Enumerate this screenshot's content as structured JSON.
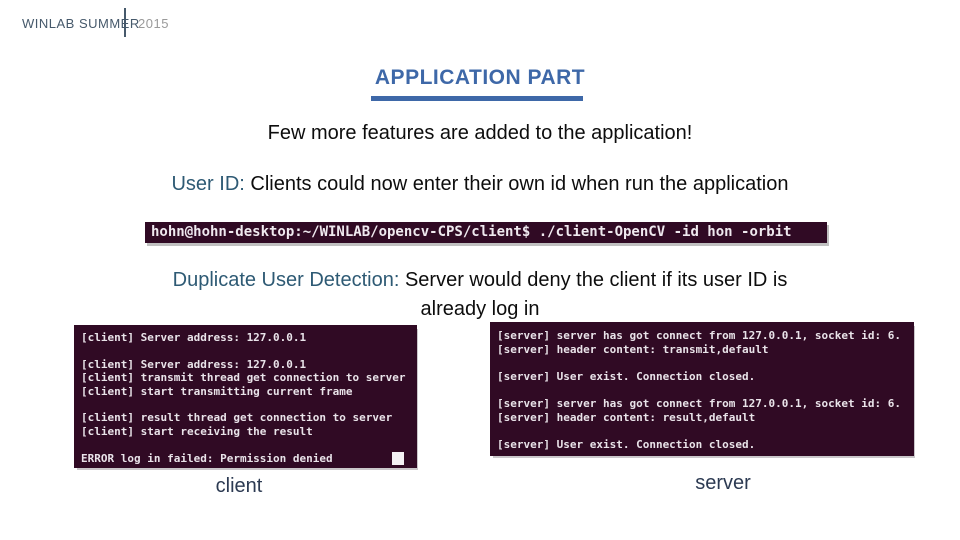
{
  "header": {
    "brand": "WINLAB SUMMER",
    "year": "2015"
  },
  "title": {
    "text": "APPLICATION PART"
  },
  "intro": "Few more features are added to the application!",
  "features": {
    "user_id": {
      "label": "User ID:",
      "text": "Clients could now enter their own id when run the application"
    },
    "duplicate": {
      "label": "Duplicate User Detection:",
      "line1": "Server would deny the client if its user ID is",
      "line2": "already log in"
    }
  },
  "command_strip": {
    "text": "hohn@hohn-desktop:~/WINLAB/opencv-CPS/client$ ./client-OpenCV -id hon -orbit"
  },
  "terminals": {
    "client": {
      "caption": "client",
      "lines": [
        "[client] Server address: 127.0.0.1",
        "",
        "[client] Server address: 127.0.0.1",
        "[client] transmit thread get connection to server",
        "[client] start transmitting current frame",
        "",
        "[client] result thread get connection to server",
        "[client] start receiving the result",
        "",
        "ERROR log in failed: Permission denied"
      ]
    },
    "server": {
      "caption": "server",
      "lines": [
        "[server] server has got connect from 127.0.0.1, socket id: 6.",
        "[server] header content: transmit,default",
        "",
        "[server] User exist. Connection closed.",
        "",
        "[server] server has got connect from 127.0.0.1, socket id: 6.",
        "[server] header content: result,default",
        "",
        "[server] User exist. Connection closed."
      ]
    }
  },
  "colors": {
    "accent_blue": "#3e68a8",
    "label_blue": "#2e5a74",
    "caption_navy": "#2c3a52",
    "terminal_bg": "#300a24",
    "terminal_fg": "#e9e3e9"
  }
}
